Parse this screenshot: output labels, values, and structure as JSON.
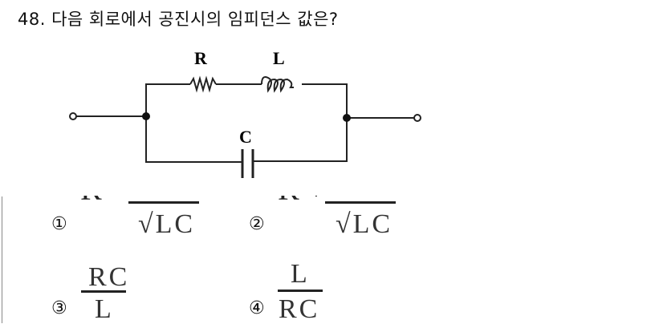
{
  "question": {
    "number": "48.",
    "text": "다음 회로에서 공진시의 임피던스 값은?"
  },
  "circuit": {
    "labels": {
      "resistor": "R",
      "inductor": "L",
      "capacitor": "C"
    }
  },
  "options": [
    {
      "marker": "①",
      "lead": "R −",
      "denominator": "√LC"
    },
    {
      "marker": "②",
      "lead": "R +",
      "denominator": "√LC"
    },
    {
      "marker": "③",
      "numerator": "RC",
      "denominator": "L"
    },
    {
      "marker": "④",
      "numerator": "L",
      "denominator": "RC"
    }
  ]
}
